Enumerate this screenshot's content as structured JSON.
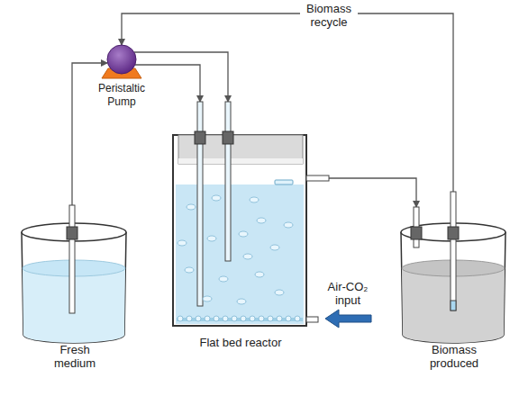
{
  "diagram": {
    "nodes": [
      {
        "text": [
          "Peristaltic Pump"
        ]
      },
      {
        "text": [
          "Fresh medium"
        ]
      },
      {
        "text": [
          "Flat bed reactor"
        ]
      },
      {
        "text": [
          "Biomass produced"
        ]
      }
    ],
    "edges": [
      {
        "from": 1,
        "to": 0,
        "arrow": "to"
      },
      {
        "from": 0,
        "to": 2,
        "arrow": "to"
      },
      {
        "from": 0,
        "to": 2,
        "arrow": "to"
      },
      {
        "from": 2,
        "to": 3,
        "arrow": "to"
      },
      {
        "from": 3,
        "to": 0,
        "label": "Biomass recycle",
        "arrow": "to"
      }
    ],
    "labels": [
      "Air-CO₂ input"
    ]
  }
}
